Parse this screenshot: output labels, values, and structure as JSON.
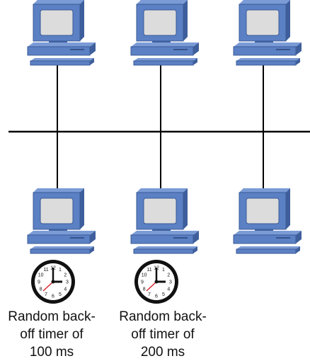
{
  "diagram": {
    "colors": {
      "pc_body": "#5b80c4",
      "pc_body_dark": "#3f5f9c",
      "pc_body_light": "#7b9bd6",
      "screen": "#dcdcdc",
      "bus": "#000000",
      "clock_face": "#ffffff",
      "clock_rim": "#111111",
      "clock_second_hand": "#d8262b"
    },
    "icons": [
      "computer-icon",
      "clock-icon"
    ],
    "top_computers": [
      {
        "name": "computer-top-1"
      },
      {
        "name": "computer-top-2"
      },
      {
        "name": "computer-top-3"
      }
    ],
    "bottom_computers": [
      {
        "name": "computer-bottom-1",
        "timer": true
      },
      {
        "name": "computer-bottom-2",
        "timer": true
      },
      {
        "name": "computer-bottom-3",
        "timer": false
      }
    ],
    "captions": [
      {
        "line1": "Random back-",
        "line2": "off timer of",
        "line3": "100 ms"
      },
      {
        "line1": "Random back-",
        "line2": "off timer of",
        "line3": "200 ms"
      }
    ],
    "clock_numbers": [
      "12",
      "1",
      "2",
      "3",
      "4",
      "5",
      "6",
      "7",
      "8",
      "9",
      "10",
      "11"
    ]
  }
}
